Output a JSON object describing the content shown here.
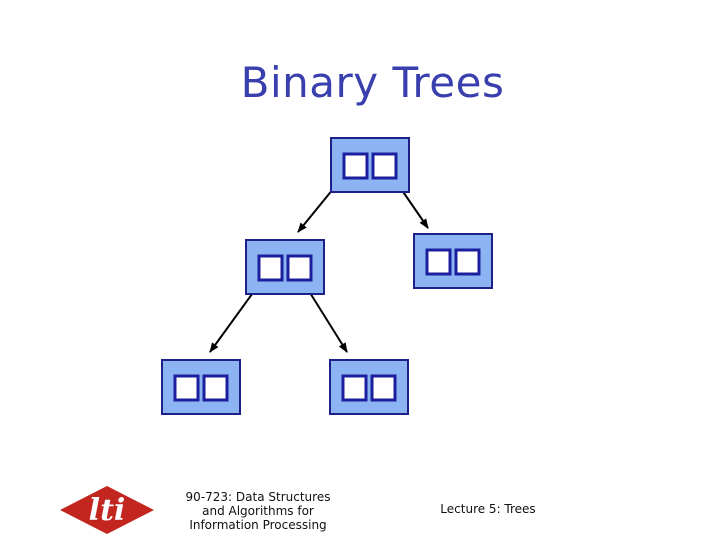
{
  "slide": {
    "title": "Binary Trees"
  },
  "footer": {
    "course_line1": "90-723: Data Structures",
    "course_line2": "and Algorithms for",
    "course_line3": "Information Processing",
    "lecture": "Lecture 5: Trees",
    "logo_text": "lti"
  },
  "colors": {
    "title": "#3a3fae",
    "node_fill": "#8cb4f2",
    "node_border": "#1f1f8a",
    "cell_fill": "#ffffff",
    "cell_border": "#1b1f9e",
    "edge": "#000000",
    "logo": "#c3261e"
  },
  "tree": {
    "nodes": [
      {
        "id": "root"
      },
      {
        "id": "left-child"
      },
      {
        "id": "right-child"
      },
      {
        "id": "left-left-child"
      },
      {
        "id": "left-right-child"
      }
    ],
    "edges": [
      {
        "from": "root",
        "to": "left-child"
      },
      {
        "from": "root",
        "to": "right-child"
      },
      {
        "from": "left-child",
        "to": "left-left-child"
      },
      {
        "from": "left-child",
        "to": "left-right-child"
      }
    ]
  }
}
